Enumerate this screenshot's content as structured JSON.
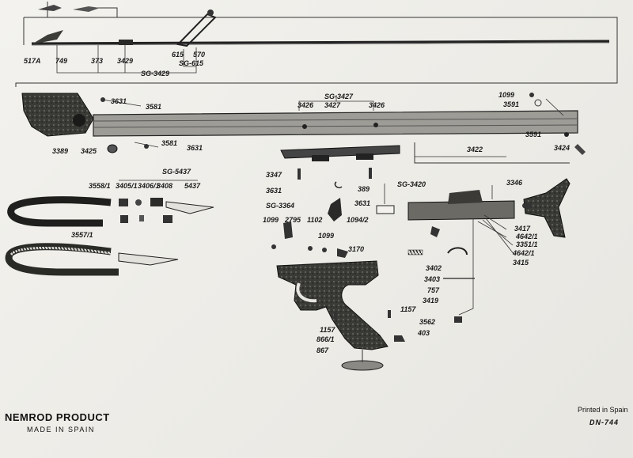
{
  "footer": {
    "brand": "NEMROD PRODUCT",
    "origin": "MADE IN SPAIN",
    "printed": "Printed in Spain",
    "doc_number": "DN-744"
  },
  "part_labels": {
    "p517a": "517A",
    "p749": "749",
    "p373": "373",
    "p3429": "3429",
    "p615": "615",
    "p570": "570",
    "sg3429": "SG-3429",
    "sg615": "SG-615",
    "p3631a": "3631",
    "p3581a": "3581",
    "p3389": "3389",
    "p3425": "3425",
    "p3581b": "3581",
    "p3631b": "3631",
    "sg3427": "SG-3427",
    "p3426a": "3426",
    "p3427": "3427",
    "p3426b": "3426",
    "p1099a": "1099",
    "p3591a": "3591",
    "p3591b": "3591",
    "p3422": "3422",
    "p3424": "3424",
    "sg5437": "SG-5437",
    "p3558": "3558/1",
    "p3405": "3405/1",
    "p3406": "3406/1",
    "p3408": "3408",
    "p5437": "5437",
    "p3557": "3557/1",
    "p3347": "3347",
    "p3631c": "3631",
    "p389": "389",
    "sg3364": "SG-3364",
    "p3631d": "3631",
    "sg3420": "SG-3420",
    "p3346": "3346",
    "p1099b": "1099",
    "p2795": "2795",
    "p1102": "1102",
    "p1094": "1094/2",
    "p1099c": "1099",
    "p3170": "3170",
    "p3417": "3417",
    "p4642a": "4642/1",
    "p3351": "3351/1",
    "p4642b": "4642/1",
    "p3415": "3415",
    "p3402": "3402",
    "p3403": "3403",
    "p757": "757",
    "p3419": "3419",
    "p1157a": "1157",
    "p3562": "3562",
    "p1157b": "1157",
    "p866": "866/1",
    "p403": "403",
    "p867": "867"
  }
}
